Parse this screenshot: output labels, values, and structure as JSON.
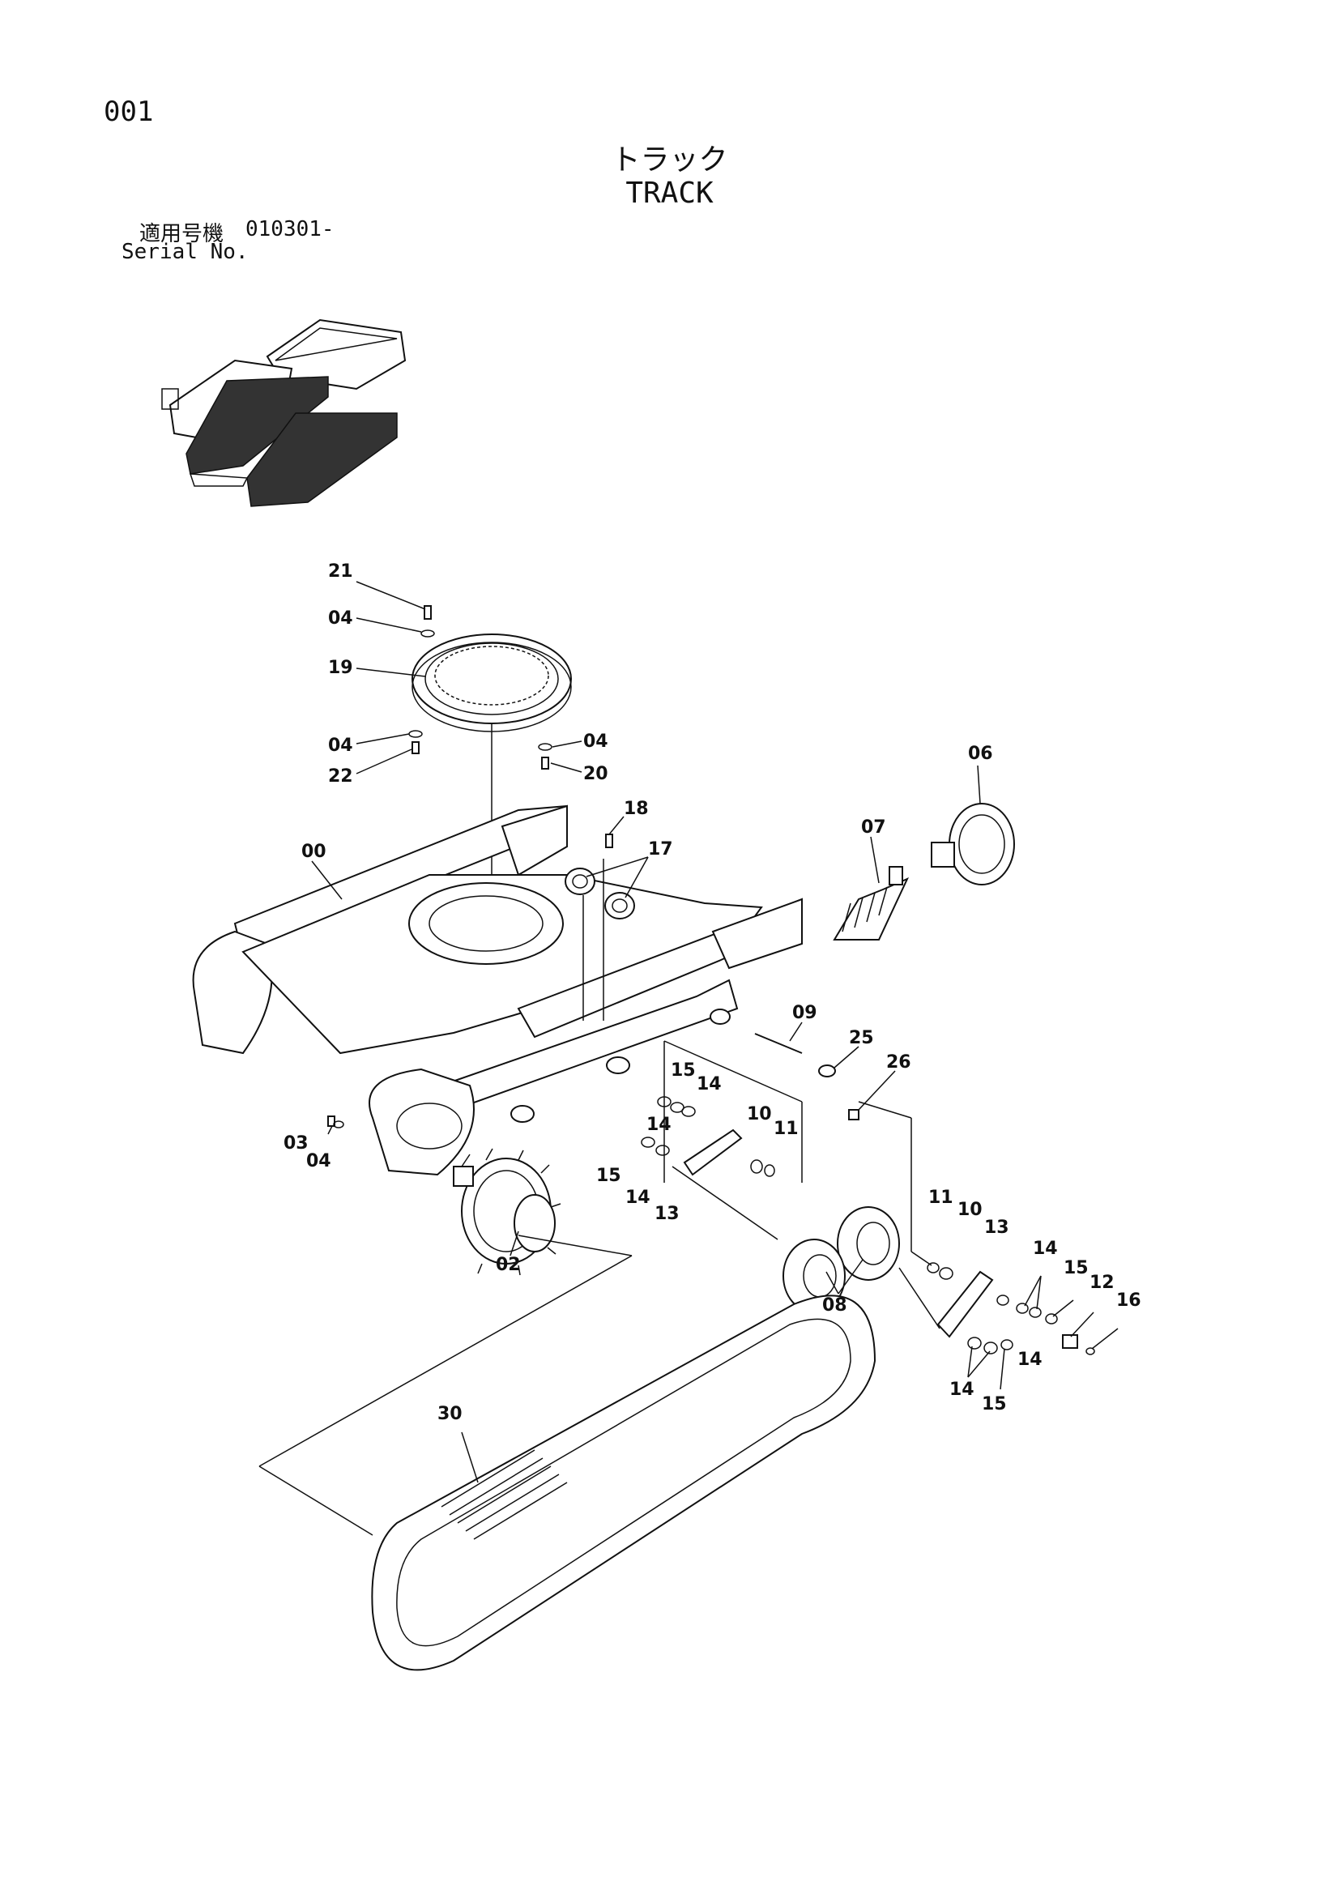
{
  "header": {
    "page_number": "001",
    "title_jp": "トラック",
    "title_en": "TRACK",
    "serial_label_jp": "適用号機",
    "serial_value": "010301-",
    "serial_label_en": "Serial No."
  },
  "callouts": [
    {
      "id": "c21",
      "text": "21"
    },
    {
      "id": "c04a",
      "text": "04"
    },
    {
      "id": "c19",
      "text": "19"
    },
    {
      "id": "c04b",
      "text": "04"
    },
    {
      "id": "c22",
      "text": "22"
    },
    {
      "id": "c04c",
      "text": "04"
    },
    {
      "id": "c20",
      "text": "20"
    },
    {
      "id": "c18",
      "text": "18"
    },
    {
      "id": "c17",
      "text": "17"
    },
    {
      "id": "c00",
      "text": "00"
    },
    {
      "id": "c06",
      "text": "06"
    },
    {
      "id": "c07",
      "text": "07"
    },
    {
      "id": "c09",
      "text": "09"
    },
    {
      "id": "c25",
      "text": "25"
    },
    {
      "id": "c26",
      "text": "26"
    },
    {
      "id": "c15a",
      "text": "15"
    },
    {
      "id": "c14a",
      "text": "14"
    },
    {
      "id": "c14b",
      "text": "14"
    },
    {
      "id": "c10a",
      "text": "10"
    },
    {
      "id": "c11a",
      "text": "11"
    },
    {
      "id": "c15b",
      "text": "15"
    },
    {
      "id": "c14c",
      "text": "14"
    },
    {
      "id": "c13a",
      "text": "13"
    },
    {
      "id": "c03",
      "text": "03"
    },
    {
      "id": "c04d",
      "text": "04"
    },
    {
      "id": "c02",
      "text": "02"
    },
    {
      "id": "c11b",
      "text": "11"
    },
    {
      "id": "c10b",
      "text": "10"
    },
    {
      "id": "c13b",
      "text": "13"
    },
    {
      "id": "c14d",
      "text": "14"
    },
    {
      "id": "c15c",
      "text": "15"
    },
    {
      "id": "c12",
      "text": "12"
    },
    {
      "id": "c16",
      "text": "16"
    },
    {
      "id": "c08",
      "text": "08"
    },
    {
      "id": "c14e",
      "text": "14"
    },
    {
      "id": "c14f",
      "text": "14"
    },
    {
      "id": "c15d",
      "text": "15"
    },
    {
      "id": "c30",
      "text": "30"
    }
  ]
}
